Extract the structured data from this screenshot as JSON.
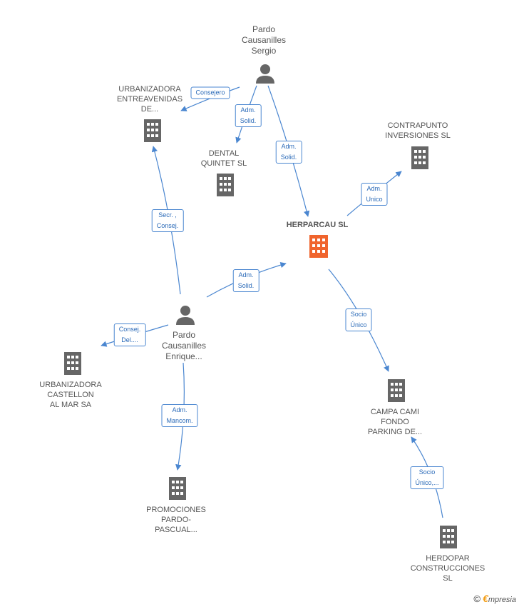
{
  "colors": {
    "edge": "#4a86d0",
    "building": "#666666",
    "main_building": "#f0642d",
    "person": "#666666"
  },
  "nodes": {
    "sergio": {
      "label": "Pardo\nCausanilles\nSergio",
      "icon": "person-icon"
    },
    "enrique": {
      "label": "Pardo\nCausanilles\nEnrique...",
      "icon": "person-icon"
    },
    "herparcau": {
      "label": "HERPARCAU SL",
      "icon": "building-icon"
    },
    "urbanizadora_entre": {
      "label": "URBANIZADORA\nENTREAVENIDAS\nDE...",
      "icon": "building-icon"
    },
    "dental": {
      "label": "DENTAL\nQUINTET SL",
      "icon": "building-icon"
    },
    "contrapunto": {
      "label": "CONTRAPUNTO\nINVERSIONES SL",
      "icon": "building-icon"
    },
    "urbanizadora_cast": {
      "label": "URBANIZADORA\nCASTELLON\nAL MAR SA",
      "icon": "building-icon"
    },
    "campa": {
      "label": "CAMPA CAMI\nFONDO\nPARKING DE...",
      "icon": "building-icon"
    },
    "promociones": {
      "label": "PROMOCIONES\nPARDO-\nPASCUAL...",
      "icon": "building-icon"
    },
    "herdopar": {
      "label": "HERDOPAR\nCONSTRUCCIONES\nSL",
      "icon": "building-icon"
    }
  },
  "edges": {
    "consejero": "Consejero",
    "adm_solid_dental": "Adm.\nSolid.",
    "adm_solid_sergio": "Adm.\nSolid.",
    "adm_unico": "Adm.\nUnico",
    "secr_consej": "Secr. ,\nConsej.",
    "adm_solid_enrique": "Adm.\nSolid.",
    "consej_del": "Consej.\nDel....",
    "adm_mancom": "Adm.\nMancom.",
    "socio_unico": "Socio\nÚnico",
    "socio_unico_herdopar": "Socio\nÚnico,..."
  },
  "footer": {
    "copyright": "©",
    "brand_e": "€",
    "brand_rest": "mpresia"
  }
}
